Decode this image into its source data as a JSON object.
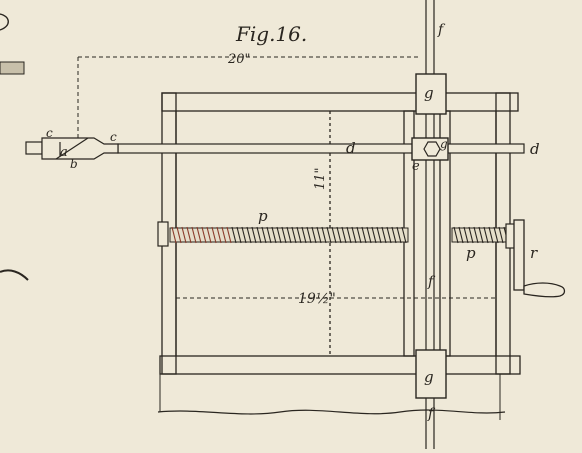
{
  "figure": {
    "title": "Fig.16."
  },
  "dimensions": {
    "overall_width": "20\"",
    "inner_width": "19½\"",
    "height": "11\""
  },
  "labels": {
    "a": "a",
    "b": "b",
    "c": "c",
    "c2": "c",
    "d_mid": "d",
    "d_end": "d",
    "e": "e",
    "f_top": "f",
    "f_mid": "f",
    "f_bot": "f",
    "g_top": "g",
    "g_bot": "g",
    "g_nut": "g",
    "p_left": "p",
    "p_right": "p",
    "r": "r"
  },
  "colors": {
    "paper": "#efe9d8",
    "ink": "#2a2620",
    "rust": "#8a3b2a"
  }
}
